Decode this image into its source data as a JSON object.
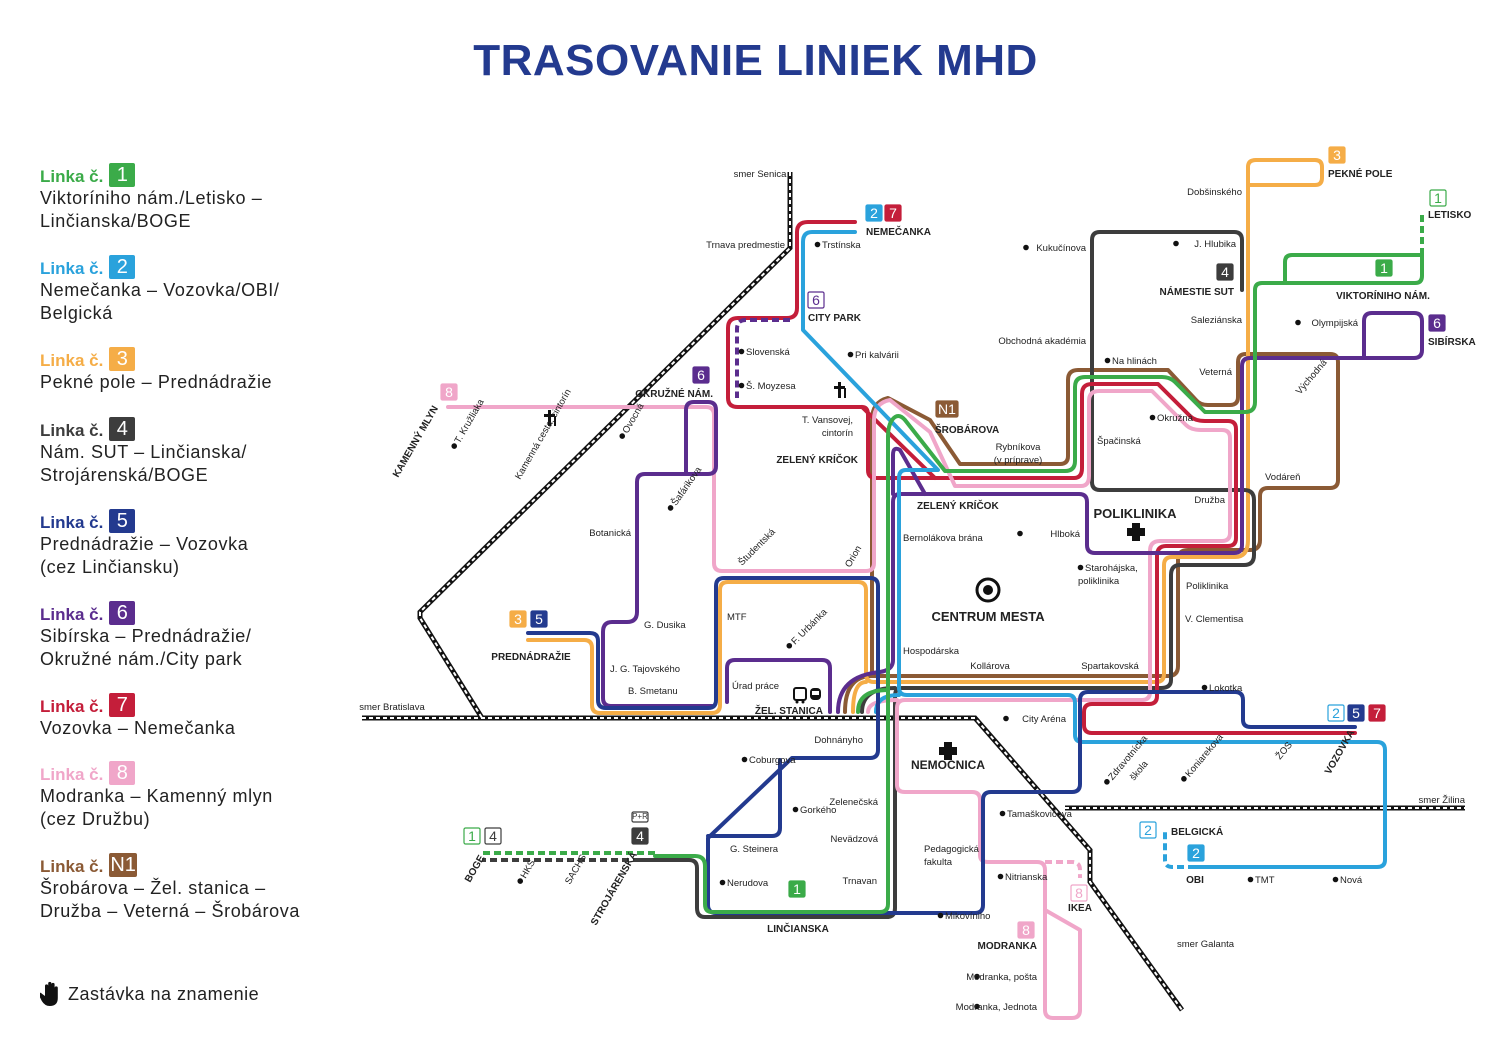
{
  "title": "TRASOVANIE LINIEK MHD",
  "colors": {
    "l1": "#3bab49",
    "l2": "#2aa2dc",
    "l3": "#f5ad47",
    "l4": "#3d3d3d",
    "l5": "#233a8f",
    "l6": "#5b2d8e",
    "l7": "#c41e3a",
    "l8": "#f0a6c9",
    "n1": "#8b5a35"
  },
  "legend": [
    {
      "label": "Linka č.",
      "badge": "1",
      "lines": [
        "Viktoríniho nám./Letisko –",
        "Linčianska/BOGE"
      ]
    },
    {
      "label": "Linka č.",
      "badge": "2",
      "lines": [
        "Nemečanka – Vozovka/OBI/",
        "Belgická"
      ]
    },
    {
      "label": "Linka č.",
      "badge": "3",
      "lines": [
        "Pekné pole – Prednádražie"
      ]
    },
    {
      "label": "Linka č.",
      "badge": "4",
      "lines": [
        "Nám. SUT – Linčianska/",
        "Strojárenská/BOGE"
      ]
    },
    {
      "label": "Linka č.",
      "badge": "5",
      "lines": [
        "Prednádražie – Vozovka",
        "(cez Linčiansku)"
      ]
    },
    {
      "label": "Linka č.",
      "badge": "6",
      "lines": [
        "Sibírska – Prednádražie/",
        "Okružné nám./City park"
      ]
    },
    {
      "label": "Linka č.",
      "badge": "7",
      "lines": [
        "Vozovka – Nemečanka"
      ]
    },
    {
      "label": "Linka č.",
      "badge": "8",
      "lines": [
        "Modranka – Kamenný mlyn",
        "(cez Družbu)"
      ]
    },
    {
      "label": "Linka č.",
      "badge": "N1",
      "lines": [
        "Šrobárova – Žel. stanica –",
        "Družba – Veterná – Šrobárova"
      ]
    }
  ],
  "legend_note": "Zastávka na znamenie",
  "map": {
    "stops": {
      "smer_senica": "smer Senica",
      "trnava_predmestie": "Trnava predmestie",
      "trstinska": "Trstínska",
      "nemecanka": "NEMEČANKA",
      "city_park": "CITY PARK",
      "pri_kalvarii": "Pri kalvárii",
      "slovenska": "Slovenská",
      "moyzesa": "Š. Moyzesa",
      "okruzne_nam": "OKRUŽNÉ NÁM.",
      "vansovej1": "T. Vansovej,",
      "vansovej2": "cintorín",
      "zk1": "ZELENÝ KRÍČOK",
      "zk2": "ZELENÝ KRÍČOK",
      "srobarova": "ŠROBÁROVA",
      "rybnikova1": "Rybníkova",
      "rybnikova2": "(v príprave)",
      "kukucinova": "Kukučínova",
      "hlubika": "J. Hlubika",
      "nam_sut": "NÁMESTIE SUT",
      "obch_akad": "Obchodná akadémia",
      "na_hlinach": "Na hlinách",
      "salezianska": "Saleziánska",
      "veterna": "Veterná",
      "okruzna": "Okružná",
      "spacinska": "Špačinská",
      "dobsinskeho": "Dobšinského",
      "pekne_pole": "PEKNÉ POLE",
      "letisko": "LETISKO",
      "viktorinho": "VIKTORÍNIHO NÁM.",
      "olympijska": "Olympijská",
      "sibirska": "SIBÍRSKA",
      "vychodna": "Východná",
      "vodaren": "Vodáreň",
      "druzba": "Družba",
      "poliklinika_area": "POLIKLINIKA",
      "hlboka": "Hlboká",
      "starohajska1": "Starohájska,",
      "starohajska2": "poliklinika",
      "poliklinika": "Poliklinika",
      "clementisa": "V. Clementisa",
      "spartakovska": "Spartakovská",
      "kollarova": "Kollárova",
      "centrum": "CENTRUM MESTA",
      "bernolakova": "Bernolákova brána",
      "hospodarska": "Hospodárska",
      "orion": "Orion",
      "studentska": "Študentská",
      "urbanka": "F. Urbánka",
      "mtf": "MTF",
      "urad_prace": "Úrad práce",
      "zel_stanica": "ŽEL. STANICA",
      "botanicka": "Botanická",
      "safarikova": "Šafárikova",
      "dusika": "G. Dusika",
      "tajovskeho": "J. G. Tajovského",
      "smetanu": "B. Smetanu",
      "prednadrazie": "PREDNÁDRAŽIE",
      "kamenny_mlyn": "KAMENNÝ MLYN",
      "kruzliaka": "T. Kružliaka",
      "kamenna_cesta": "Kamenná cesta, cintorín",
      "ovocna": "Ovocná",
      "smer_bratislava": "smer Bratislava",
      "dohnanyho": "Dohnányho",
      "coburgova": "Coburgova",
      "gorkeho": "Gorkého",
      "steinera": "G. Steinera",
      "nerudova": "Nerudova",
      "linčianska": "LINČIANSKA",
      "zelenecska": "Zelenečská",
      "nevadzova": "Nevädzová",
      "trnavan": "Trnavan",
      "nemocnica": "NEMOCNICA",
      "ped1": "Pedagogická",
      "ped2": "fakulta",
      "tamaskovicova": "Tamaškovičova",
      "nitrianska": "Nitrianska",
      "mikoviniho": "Mikovíniho",
      "ikea": "IKEA",
      "modranka": "MODRANKA",
      "modranka_posta": "Modranka, pošta",
      "modranka_jednota": "Modranka, Jednota",
      "city_arena": "City Aréna",
      "lokotka": "Lokotka",
      "zdrav1": "Zdravotnícka",
      "zdrav2": "škola",
      "koniarekova": "Koniarekova",
      "zos": "ŽOS",
      "vozovka": "VOZOVKA",
      "smer_zilina": "smer Žilina",
      "belgicka": "BELGICKÁ",
      "obi": "OBI",
      "tmt": "TMT",
      "nova": "Nová",
      "smer_galanta": "smer Galanta",
      "boge": "BOGE",
      "hks": "HKS",
      "sachs": "SACHS",
      "strojarenska": "STROJÁRENSKÁ"
    },
    "badges": [
      {
        "text": "2",
        "line": "l2",
        "outline": false
      },
      {
        "text": "7",
        "line": "l7",
        "outline": false
      },
      {
        "text": "6",
        "line": "l6",
        "outline": true
      },
      {
        "text": "6",
        "line": "l6",
        "outline": false
      },
      {
        "text": "8",
        "line": "l8",
        "outline": false
      },
      {
        "text": "N1",
        "line": "n1",
        "outline": false
      },
      {
        "text": "3",
        "line": "l3",
        "outline": false
      },
      {
        "text": "1",
        "line": "l1",
        "outline": true
      },
      {
        "text": "4",
        "line": "l4",
        "outline": false
      },
      {
        "text": "1",
        "line": "l1",
        "outline": false
      },
      {
        "text": "6",
        "line": "l6",
        "outline": false
      },
      {
        "text": "3",
        "line": "l3",
        "outline": false
      },
      {
        "text": "5",
        "line": "l5",
        "outline": false
      },
      {
        "text": "2",
        "line": "l2",
        "outline": true
      },
      {
        "text": "5",
        "line": "l5",
        "outline": false
      },
      {
        "text": "7",
        "line": "l7",
        "outline": false
      },
      {
        "text": "2",
        "line": "l2",
        "outline": true
      },
      {
        "text": "2",
        "line": "l2",
        "outline": false
      },
      {
        "text": "1",
        "line": "l1",
        "outline": true
      },
      {
        "text": "4",
        "line": "l4",
        "outline": true
      },
      {
        "text": "P+R",
        "line": "l4",
        "outline": true
      },
      {
        "text": "4",
        "line": "l4",
        "outline": false
      },
      {
        "text": "1",
        "line": "l1",
        "outline": false
      },
      {
        "text": "8",
        "line": "l8",
        "outline": true
      },
      {
        "text": "8",
        "line": "l8",
        "outline": false
      }
    ]
  }
}
